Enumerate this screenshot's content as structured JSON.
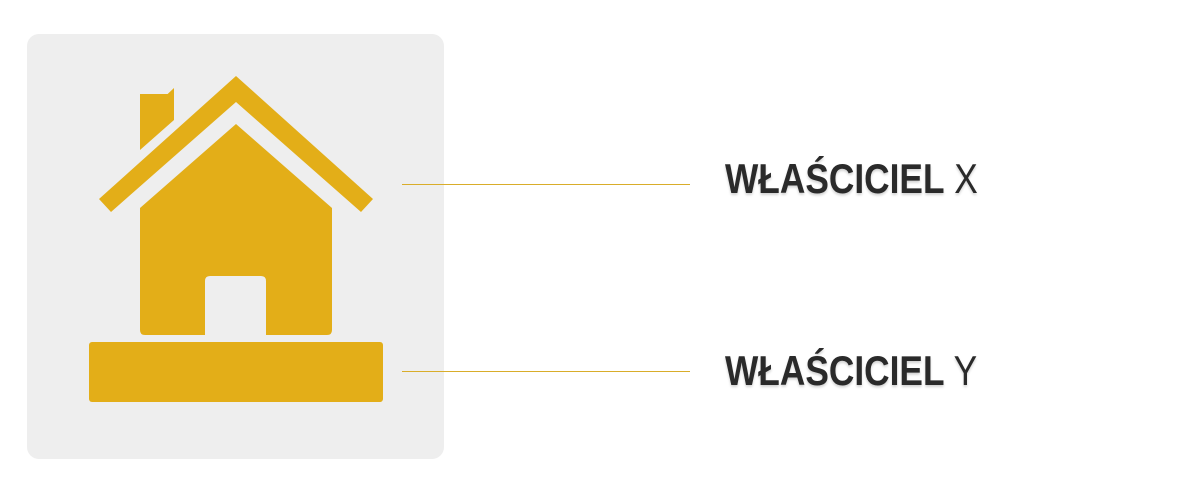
{
  "colors": {
    "accent": "#e3ae18",
    "panel": "#eeeeee",
    "text": "#2a2a2a"
  },
  "icon": "house-icon",
  "labels": [
    {
      "bold": "WŁAŚCICIEL",
      "suffix": "X"
    },
    {
      "bold": "WŁAŚCICIEL",
      "suffix": "Y"
    }
  ]
}
